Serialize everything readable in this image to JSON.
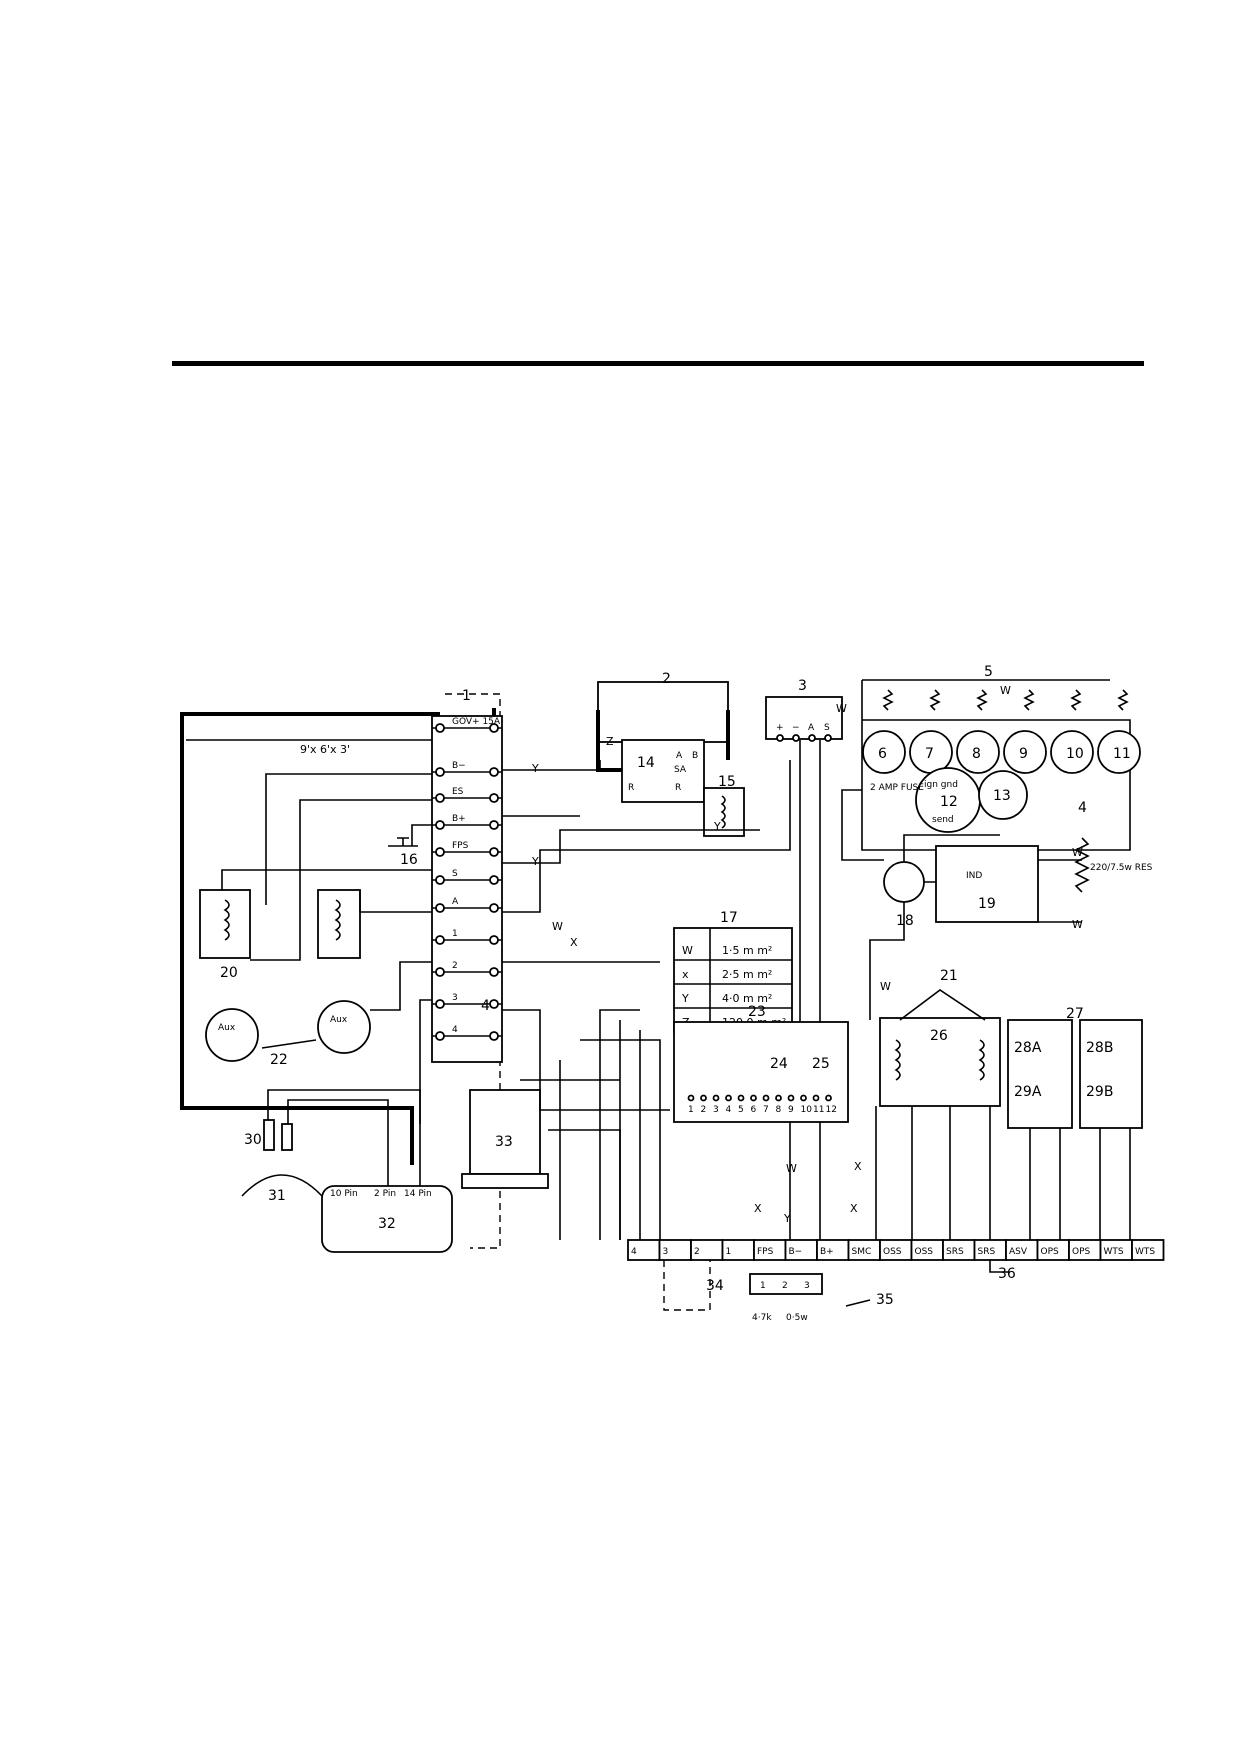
{
  "panel": {
    "label": "1",
    "size": "9'x 6'x 3'",
    "terminals": [
      "GOV+ 15A",
      "B−",
      "ES",
      "B+",
      "FPS",
      "S",
      "A",
      "1",
      "2",
      "3",
      "4"
    ],
    "inner_ref": "4"
  },
  "components": {
    "c2": "2",
    "c3": "3",
    "c3_terminals": [
      "+",
      "−",
      "A",
      "S"
    ],
    "c4": "4",
    "c5": "5",
    "gauges": [
      "6",
      "7",
      "8",
      "9",
      "10",
      "11"
    ],
    "c12": "12",
    "c12_top": "ign gnd",
    "c12_bottom": "send",
    "c13": "13",
    "c14": "14",
    "c14_pins": [
      "A",
      "SA",
      "B",
      "R",
      "R"
    ],
    "c15": "15",
    "c16": "16",
    "c18": "18",
    "c19": "19",
    "c19_terms": [
      "IND"
    ],
    "c20": "20",
    "c21": "21",
    "c22": "22",
    "aux": "Aux",
    "c23": "23",
    "c24": "24",
    "c25": "25",
    "c23_terms": [
      "1",
      "2",
      "3",
      "4",
      "5",
      "6",
      "7",
      "8",
      "9",
      "10",
      "11",
      "12"
    ],
    "c26": "26",
    "c27": "27",
    "relays": [
      "28A",
      "28B",
      "29A",
      "29B"
    ],
    "c30": "30",
    "c31": "31",
    "c32": "32",
    "c32_pins": [
      "10 Pin",
      "2 Pin",
      "14 Pin"
    ],
    "c33": "33",
    "c34": "34",
    "c35": "35",
    "c35_values": [
      "4·7k",
      "0·5w"
    ],
    "c36": "36"
  },
  "fuse_note": "2 AMP FUSE",
  "resistor_note": "220/7.5w RES",
  "wire_table": {
    "number": "17",
    "rows": [
      {
        "code": "W",
        "size": "1·5 m m²"
      },
      {
        "code": "x",
        "size": "2·5 m m²"
      },
      {
        "code": "Y",
        "size": "4·0 m m²"
      },
      {
        "code": "Z",
        "size": "120·0 m m²"
      }
    ]
  },
  "bottom_terminals": [
    "4",
    "3",
    "2",
    "1",
    "FPS",
    "B−",
    "B+",
    "SMC",
    "OSS",
    "OSS",
    "SRS",
    "SRS",
    "ASV",
    "OPS",
    "OPS",
    "WTS",
    "WTS"
  ],
  "wire_letters": {
    "w": "W",
    "x": "X",
    "y": "Y",
    "z": "Z"
  }
}
